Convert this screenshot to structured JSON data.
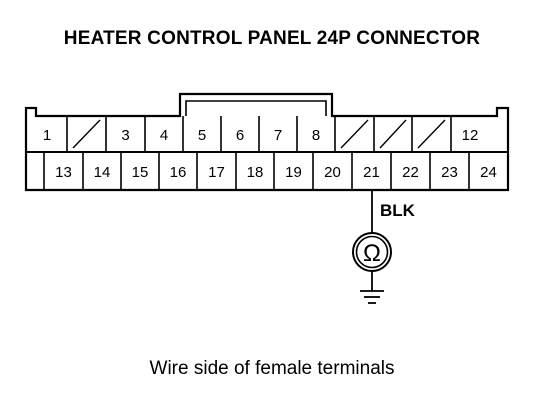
{
  "title": "HEATER CONTROL PANEL 24P CONNECTOR",
  "caption": "Wire side of female terminals",
  "connector": {
    "top_row": [
      "1",
      "",
      "3",
      "4",
      "5",
      "6",
      "7",
      "8",
      "",
      "",
      "",
      "12"
    ],
    "bottom_row": [
      "13",
      "14",
      "15",
      "16",
      "17",
      "18",
      "19",
      "20",
      "21",
      "22",
      "23",
      "24"
    ],
    "unused_cavities": [
      2,
      9,
      10,
      11
    ]
  },
  "probe": {
    "terminal": "21",
    "wire_color": "BLK",
    "meter_symbol": "Ω",
    "meter_icon": "ohmmeter-icon",
    "ground_icon": "ground-icon"
  }
}
